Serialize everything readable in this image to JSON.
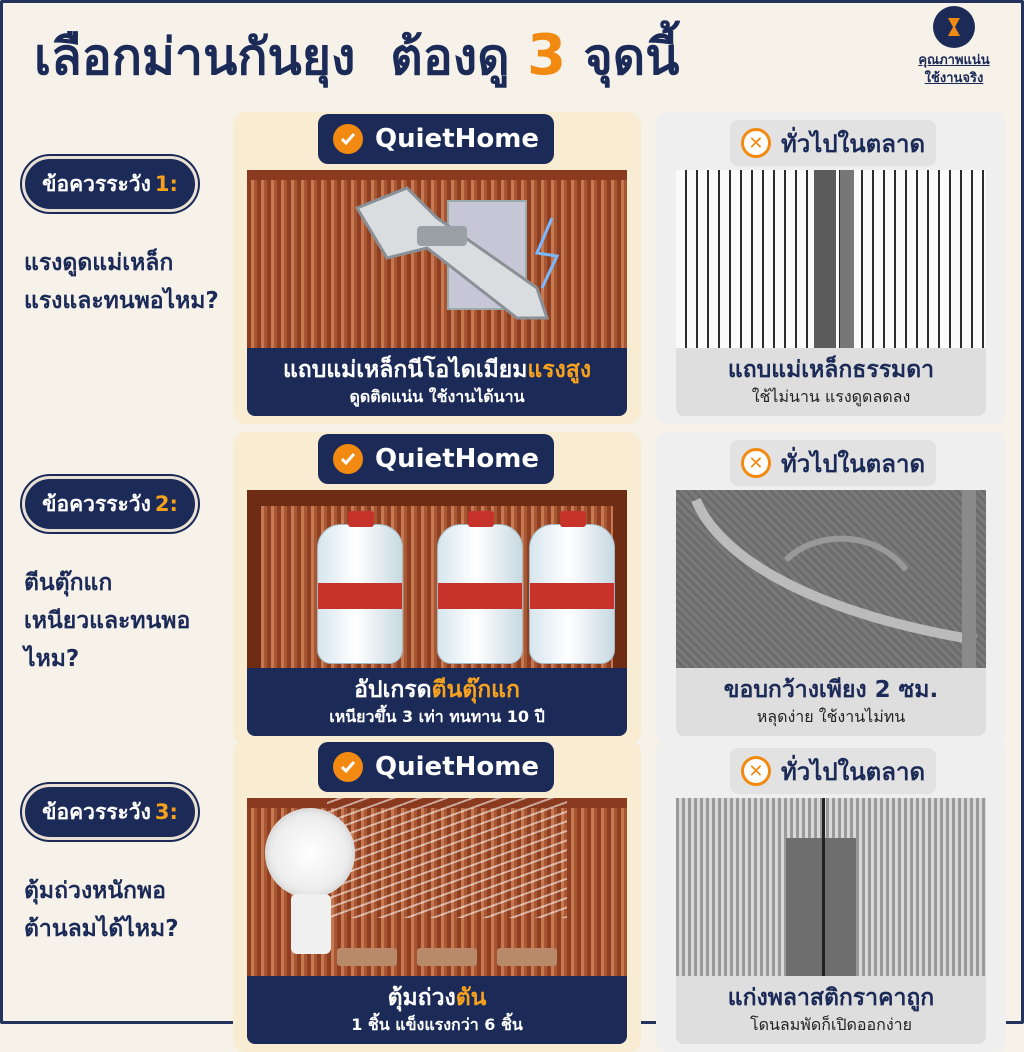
{
  "header": {
    "title_a": "เลือกม่านกันยุง",
    "title_b": "ต้องดู",
    "title_num": "3",
    "title_c": "จุดนี้",
    "badge_line1": "คุณภาพแน่น",
    "badge_line2": "ใช้งานจริง"
  },
  "brand": "QuietHome",
  "market_label": "ทั่วไปในตลาด",
  "rows": [
    {
      "tip_label": "ข้อควรระวัง",
      "tip_num": "1:",
      "question_1": "แรงดูดแม่เหล็ก",
      "question_2": "แรงและทนพอไหม?",
      "good_main_a": "แถบแม่เหล็กนีโอไดเมียม",
      "good_main_hl": "แรงสูง",
      "good_sub": "ดูดติดแน่น ใช้งานได้นาน",
      "bad_main": "แถบแม่เหล็กธรรมดา",
      "bad_sub": "ใช้ไม่นาน แรงดูดลดลง"
    },
    {
      "tip_label": "ข้อควรระวัง",
      "tip_num": "2:",
      "question_1": "ตีนตุ๊กแก",
      "question_2": "เหนียวและทนพอไหม?",
      "good_main_a": "อัปเกรด",
      "good_main_hl": "ตีนตุ๊กแก",
      "good_sub": "เหนียวขึ้น 3 เท่า ทนทาน 10 ปี",
      "bad_main": "ขอบกว้างเพียง 2 ซม.",
      "bad_sub": "หลุดง่าย ใช้งานไม่ทน"
    },
    {
      "tip_label": "ข้อควรระวัง",
      "tip_num": "3:",
      "question_1": "ตุ้มถ่วงหนักพอ",
      "question_2": "ต้านลมได้ไหม?",
      "good_main_a": "ตุ้มถ่วง",
      "good_main_hl": "ตัน",
      "good_sub": "1 ชิ้น แข็งแรงกว่า 6 ชิ้น",
      "bad_main": "แก่งพลาสติกราคาถูก",
      "bad_sub": "โดนลมพัดก็เปิดออกง่าย"
    }
  ],
  "colors": {
    "navy": "#1b2a57",
    "orange": "#f28a12",
    "cream": "#f8ecd3",
    "grey_card": "#efefef"
  },
  "icons": [
    "hourglass-icon",
    "check-circle-icon",
    "x-circle-icon"
  ]
}
